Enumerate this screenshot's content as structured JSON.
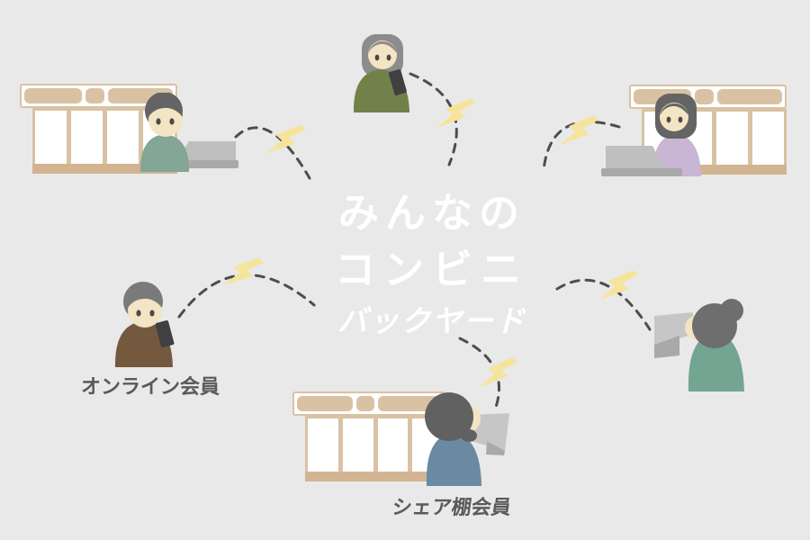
{
  "logo": {
    "line1": "みんなの",
    "line2": "コンビニ",
    "line3": "バックヤード"
  },
  "labels": {
    "online_member": "オンライン会員",
    "shelf_member": "シェア棚会員"
  },
  "figures": [
    {
      "id": "store-member-left",
      "type": "person-at-storefront-with-laptop"
    },
    {
      "id": "online-member-top",
      "type": "person-with-smartphone"
    },
    {
      "id": "store-member-right",
      "type": "person-at-storefront-with-laptop"
    },
    {
      "id": "online-member-bottom-left",
      "type": "person-with-smartphone",
      "label": "オンライン会員"
    },
    {
      "id": "shelf-member-bottom",
      "type": "person-at-storefront-with-laptop",
      "label": "シェア棚会員"
    },
    {
      "id": "remote-member-right",
      "type": "person-with-laptop"
    }
  ],
  "icons": {
    "lightning-icon": "yellow lightning bolt on each dashed connection",
    "laptop-icon": "gray laptop",
    "phone-icon": "dark smartphone"
  },
  "palette": {
    "background": "#e9e9e9",
    "store_tan": "#d9c2a3",
    "store_tan_dark": "#d2b493",
    "skin": "#f3e4c3",
    "eye": "#4a4a4a",
    "hair_dark": "#646464",
    "hair_gray": "#8c8c8c",
    "hair_med": "#7a7a7a",
    "hair_back": "#616161",
    "hair_turn": "#6e6e6e",
    "sweater_sage": "#83a696",
    "sweater_olive": "#72814a",
    "sweater_lavender": "#c9b5d4",
    "sweater_brown": "#74593f",
    "sweater_blue": "#6a8aa3",
    "sweater_seagreen": "#74a492",
    "laptop_gray": "#bfbfbf",
    "laptop_light": "#c6c6c6",
    "laptop_gray_dark": "#a9a9a9",
    "phone_dark": "#404040",
    "dash_gray": "#4d4d4d",
    "bolt_yellow": "#f6e49c",
    "label_gray": "#5a5a5a",
    "logo_white": "#ffffff"
  }
}
